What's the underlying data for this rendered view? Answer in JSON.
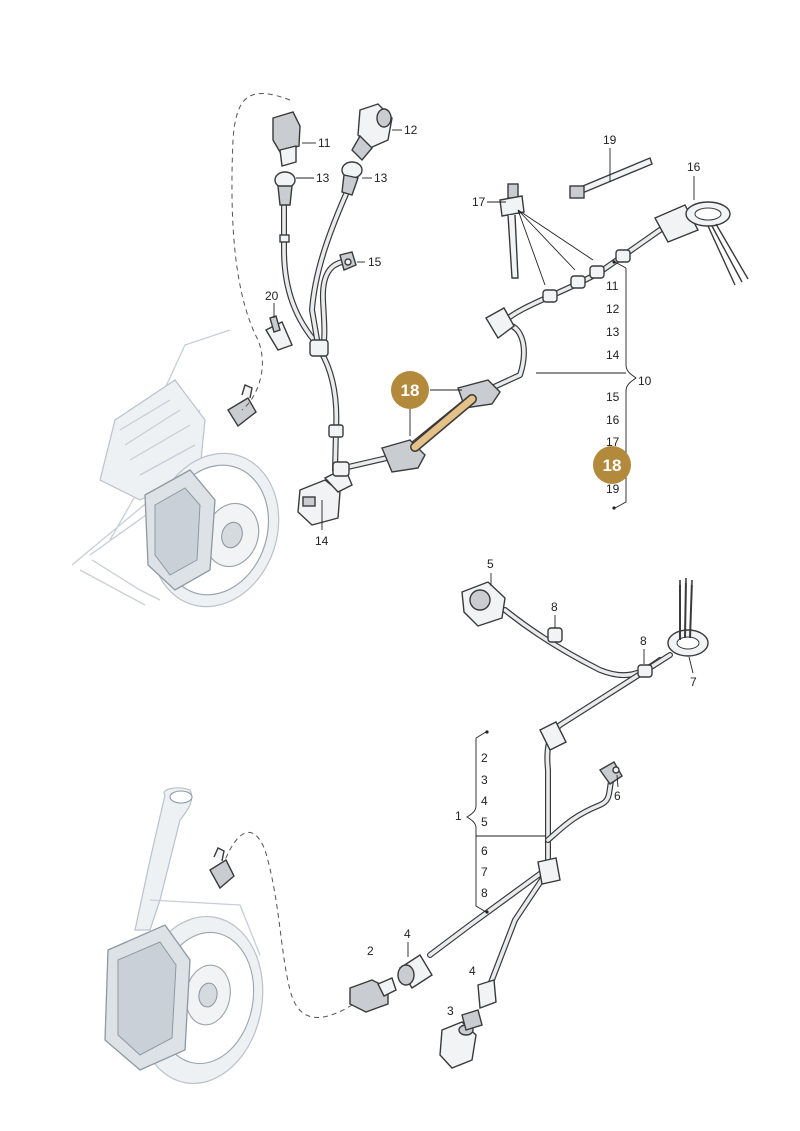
{
  "callouts": {
    "top": {
      "c11": "11",
      "c12": "12",
      "c13a": "13",
      "c13b": "13",
      "c15": "15",
      "c20": "20",
      "c19": "19",
      "c16": "16",
      "c17": "17",
      "c14": "14",
      "c10": "10"
    },
    "top_bracket_list": [
      "11",
      "12",
      "13",
      "14",
      "15",
      "16",
      "17",
      "19"
    ],
    "highlight": {
      "badge_a": "18",
      "badge_b": "18",
      "color": "#b38a3c",
      "rod_color": "#e3c187"
    },
    "bottom": {
      "c5": "5",
      "c8a": "8",
      "c8b": "8",
      "c7": "7",
      "c6": "6",
      "c2": "2",
      "c4a": "4",
      "c4b": "4",
      "c3": "3",
      "c1": "1"
    },
    "bottom_bracket_list": [
      "2",
      "3",
      "4",
      "5",
      "6",
      "7",
      "8"
    ]
  }
}
